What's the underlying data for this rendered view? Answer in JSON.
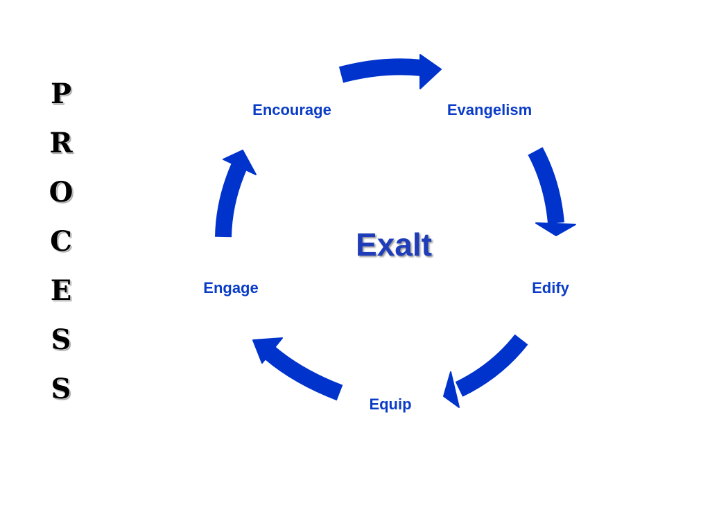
{
  "title_letters": [
    "P",
    "R",
    "O",
    "C",
    "E",
    "S",
    "S"
  ],
  "center": "Exalt",
  "steps": [
    {
      "label": "Evangelism"
    },
    {
      "label": "Edify"
    },
    {
      "label": "Equip"
    },
    {
      "label": "Engage"
    },
    {
      "label": "Encourage"
    }
  ],
  "colors": {
    "arrow": "#0033cc",
    "label": "#0a3cc8",
    "center": "#1f3db8",
    "title": "#000000"
  }
}
